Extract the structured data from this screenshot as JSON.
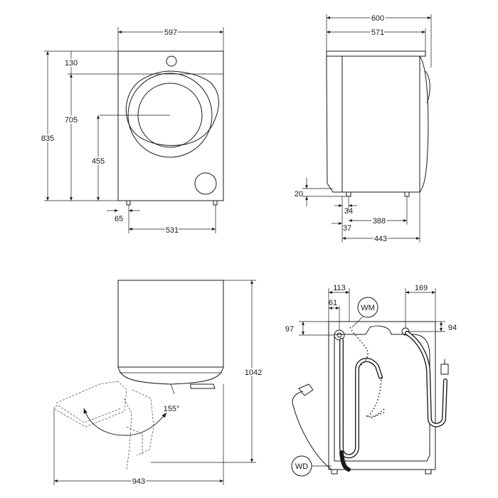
{
  "views": {
    "front": {
      "width_total": "597",
      "top_panel_height": "130",
      "door_center_height": "705",
      "total_height": "835",
      "door_bottom_height": "455",
      "foot_offset": "65",
      "foot_span": "531"
    },
    "side": {
      "depth_total": "600",
      "depth_body": "571",
      "foot_clearance": "20",
      "foot_inset": "34",
      "foot_span": "388",
      "bottom_offset": "37",
      "depth_base": "443"
    },
    "door_open": {
      "height_open": "1042",
      "depth_open": "943",
      "door_angle": "155°"
    },
    "rear": {
      "inlet_x": "113",
      "inlet_x2": "61",
      "outlet_x": "169",
      "inlet_y": "97",
      "outlet_y": "94",
      "label_wm": "WM",
      "label_wd": "WD"
    }
  }
}
